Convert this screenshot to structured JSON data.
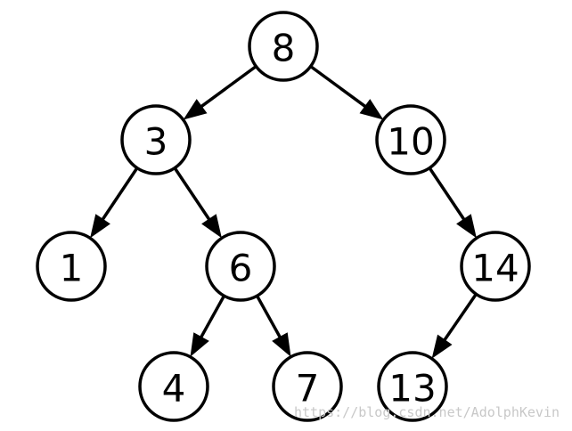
{
  "nodes": [
    {
      "id": "n8",
      "label": "8"
    },
    {
      "id": "n3",
      "label": "3"
    },
    {
      "id": "n10",
      "label": "10"
    },
    {
      "id": "n1",
      "label": "1"
    },
    {
      "id": "n6",
      "label": "6"
    },
    {
      "id": "n14",
      "label": "14"
    },
    {
      "id": "n4",
      "label": "4"
    },
    {
      "id": "n7",
      "label": "7"
    },
    {
      "id": "n13",
      "label": "13"
    }
  ],
  "edges": [
    {
      "from": "n8",
      "to": "n3"
    },
    {
      "from": "n8",
      "to": "n10"
    },
    {
      "from": "n3",
      "to": "n1"
    },
    {
      "from": "n3",
      "to": "n6"
    },
    {
      "from": "n10",
      "to": "n14"
    },
    {
      "from": "n6",
      "to": "n4"
    },
    {
      "from": "n6",
      "to": "n7"
    },
    {
      "from": "n14",
      "to": "n13"
    }
  ],
  "watermark": "https://blog.csdn.net/AdolphKevin"
}
